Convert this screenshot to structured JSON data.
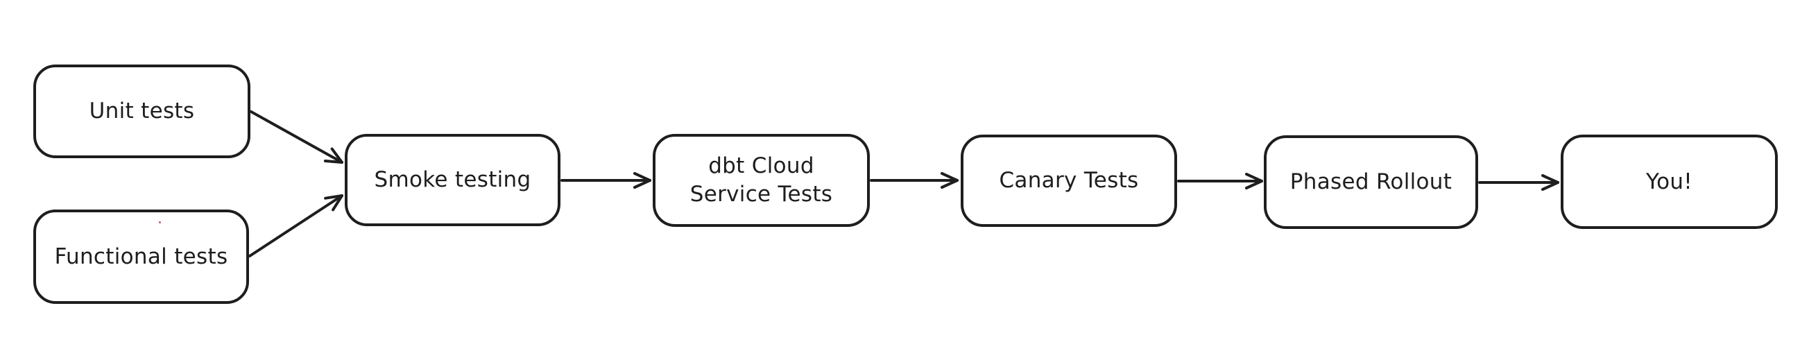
{
  "diagram": {
    "background_color": "#ffffff",
    "stroke_color": "#1e1e1e",
    "node_fill_color": "#ffffff",
    "stray_mark_color": "#c66a66",
    "nodes": [
      {
        "id": "unit-tests",
        "label": "Unit tests"
      },
      {
        "id": "functional-tests",
        "label": "Functional tests"
      },
      {
        "id": "smoke-testing",
        "label": "Smoke testing"
      },
      {
        "id": "dbt-cloud-service-tests",
        "label": "dbt Cloud\nService Tests"
      },
      {
        "id": "canary-tests",
        "label": "Canary Tests"
      },
      {
        "id": "phased-rollout",
        "label": "Phased Rollout"
      },
      {
        "id": "you",
        "label": "You!"
      }
    ],
    "edges": [
      {
        "from": "unit-tests",
        "to": "smoke-testing"
      },
      {
        "from": "functional-tests",
        "to": "smoke-testing"
      },
      {
        "from": "smoke-testing",
        "to": "dbt-cloud-service-tests"
      },
      {
        "from": "dbt-cloud-service-tests",
        "to": "canary-tests"
      },
      {
        "from": "canary-tests",
        "to": "phased-rollout"
      },
      {
        "from": "phased-rollout",
        "to": "you"
      }
    ]
  }
}
